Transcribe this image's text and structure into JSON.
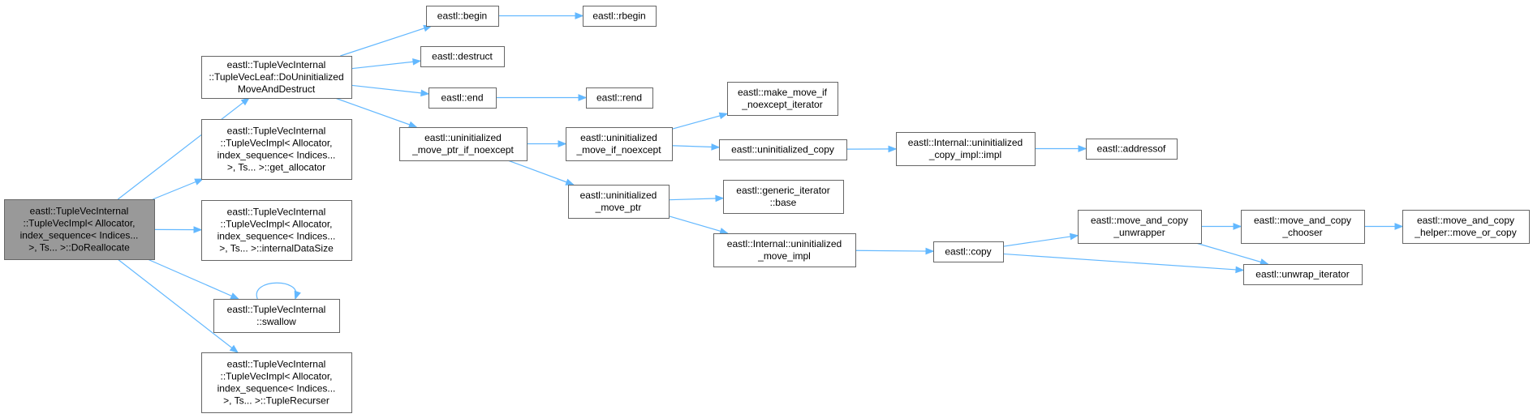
{
  "diagram": {
    "type": "call-graph",
    "colors": {
      "edge": "#63b8ff",
      "node_border": "#666666",
      "root_fill": "#999999",
      "node_fill": "#ffffff"
    },
    "nodes": [
      {
        "id": "n0",
        "lines": [
          "eastl::TupleVecInternal",
          "::TupleVecImpl< Allocator,",
          "index_sequence< Indices...",
          ">, Ts... >::DoReallocate"
        ],
        "root": true
      },
      {
        "id": "n1",
        "lines": [
          "eastl::TupleVecInternal",
          "::TupleVecLeaf::DoUninitialized",
          "MoveAndDestruct"
        ]
      },
      {
        "id": "n2",
        "lines": [
          "eastl::TupleVecInternal",
          "::TupleVecImpl< Allocator,",
          "index_sequence< Indices...",
          ">, Ts... >::get_allocator"
        ]
      },
      {
        "id": "n3",
        "lines": [
          "eastl::TupleVecInternal",
          "::TupleVecImpl< Allocator,",
          "index_sequence< Indices...",
          ">, Ts... >::internalDataSize"
        ]
      },
      {
        "id": "n4",
        "lines": [
          "eastl::TupleVecInternal",
          "::swallow"
        ]
      },
      {
        "id": "n5",
        "lines": [
          "eastl::TupleVecInternal",
          "::TupleVecImpl< Allocator,",
          "index_sequence< Indices...",
          ">, Ts... >::TupleRecurser"
        ]
      },
      {
        "id": "n6",
        "lines": [
          "eastl::begin"
        ]
      },
      {
        "id": "n7",
        "lines": [
          "eastl::destruct"
        ]
      },
      {
        "id": "n8",
        "lines": [
          "eastl::end"
        ]
      },
      {
        "id": "n9",
        "lines": [
          "eastl::uninitialized",
          "_move_ptr_if_noexcept"
        ]
      },
      {
        "id": "n10",
        "lines": [
          "eastl::rbegin"
        ]
      },
      {
        "id": "n11",
        "lines": [
          "eastl::rend"
        ]
      },
      {
        "id": "n12",
        "lines": [
          "eastl::uninitialized",
          "_move_if_noexcept"
        ]
      },
      {
        "id": "n13",
        "lines": [
          "eastl::uninitialized",
          "_move_ptr"
        ]
      },
      {
        "id": "n14",
        "lines": [
          "eastl::make_move_if",
          "_noexcept_iterator"
        ]
      },
      {
        "id": "n15",
        "lines": [
          "eastl::uninitialized_copy"
        ]
      },
      {
        "id": "n16",
        "lines": [
          "eastl::generic_iterator",
          "::base"
        ]
      },
      {
        "id": "n17",
        "lines": [
          "eastl::Internal::uninitialized",
          "_move_impl"
        ]
      },
      {
        "id": "n18",
        "lines": [
          "eastl::Internal::uninitialized",
          "_copy_impl::impl"
        ]
      },
      {
        "id": "n19",
        "lines": [
          "eastl::addressof"
        ]
      },
      {
        "id": "n20",
        "lines": [
          "eastl::copy"
        ]
      },
      {
        "id": "n21",
        "lines": [
          "eastl::move_and_copy",
          "_unwrapper"
        ]
      },
      {
        "id": "n22",
        "lines": [
          "eastl::move_and_copy",
          "_chooser"
        ]
      },
      {
        "id": "n23",
        "lines": [
          "eastl::move_and_copy",
          "_helper::move_or_copy"
        ]
      },
      {
        "id": "n24",
        "lines": [
          "eastl::unwrap_iterator"
        ]
      }
    ],
    "edges": [
      [
        "n0",
        "n1"
      ],
      [
        "n0",
        "n2"
      ],
      [
        "n0",
        "n3"
      ],
      [
        "n0",
        "n4"
      ],
      [
        "n0",
        "n5"
      ],
      [
        "n4",
        "n4"
      ],
      [
        "n1",
        "n6"
      ],
      [
        "n1",
        "n7"
      ],
      [
        "n1",
        "n8"
      ],
      [
        "n1",
        "n9"
      ],
      [
        "n6",
        "n10"
      ],
      [
        "n8",
        "n11"
      ],
      [
        "n9",
        "n12"
      ],
      [
        "n9",
        "n13"
      ],
      [
        "n12",
        "n14"
      ],
      [
        "n12",
        "n15"
      ],
      [
        "n15",
        "n18"
      ],
      [
        "n18",
        "n19"
      ],
      [
        "n13",
        "n16"
      ],
      [
        "n13",
        "n17"
      ],
      [
        "n17",
        "n20"
      ],
      [
        "n20",
        "n21"
      ],
      [
        "n20",
        "n24"
      ],
      [
        "n21",
        "n22"
      ],
      [
        "n21",
        "n24"
      ],
      [
        "n22",
        "n23"
      ]
    ]
  }
}
